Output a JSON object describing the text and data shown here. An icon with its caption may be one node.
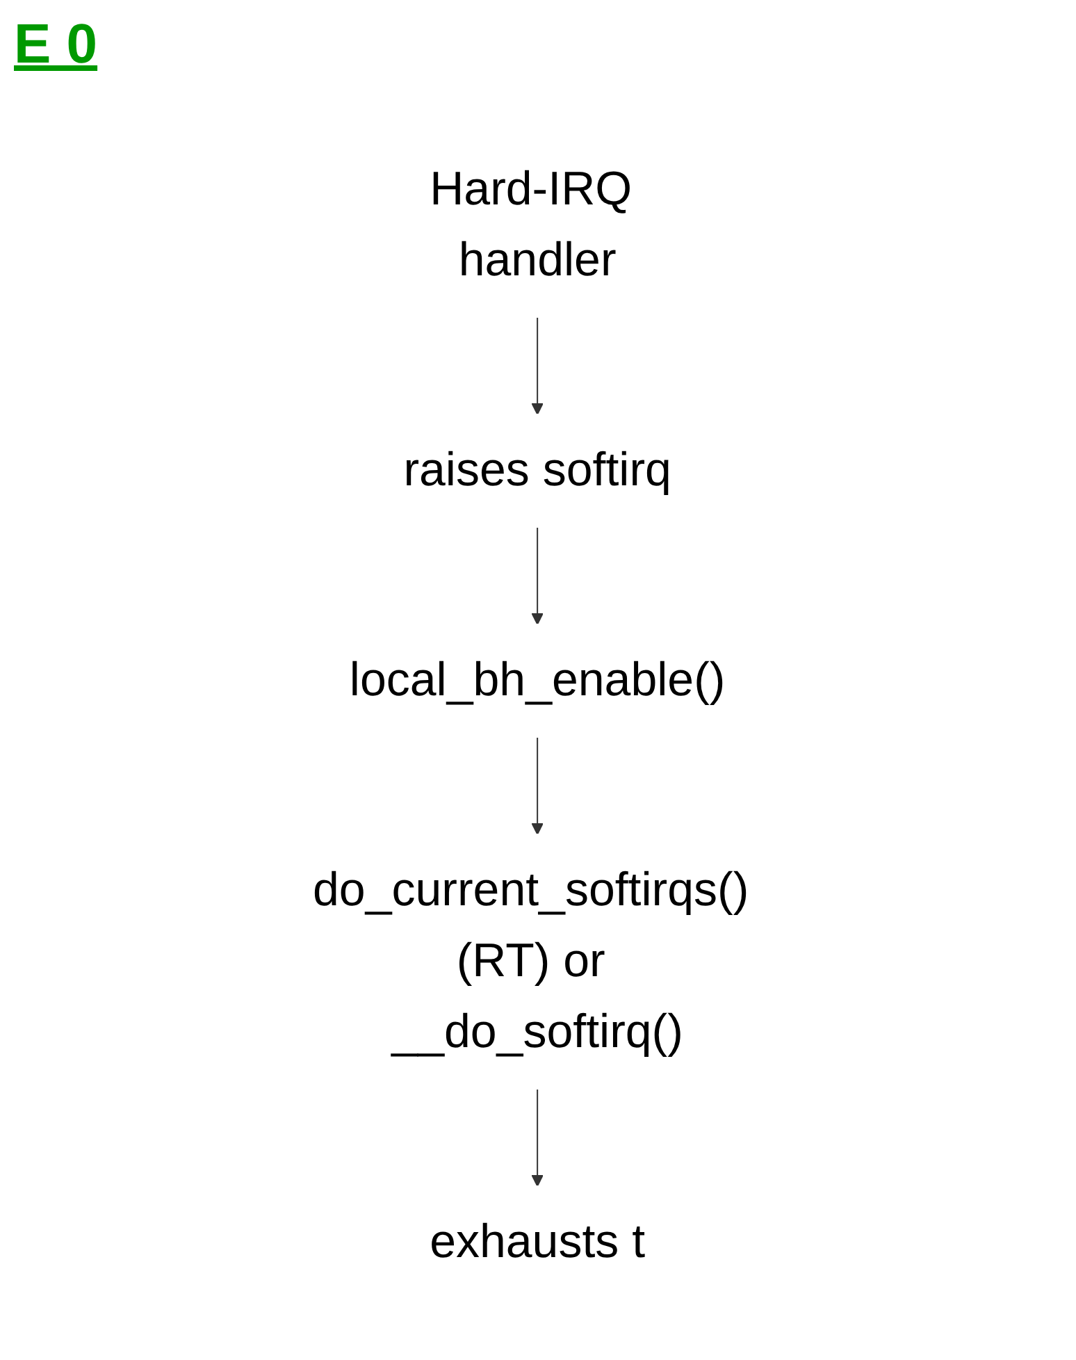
{
  "diagram": {
    "nodes": [
      {
        "text": [
          "Hard-IRQ handler"
        ]
      },
      {
        "text": [
          "raises softirq"
        ]
      },
      {
        "text": [
          "local_bh_enable()"
        ]
      },
      {
        "text": [
          "do_current_softirqs() (RT) or __do_softirq()"
        ]
      },
      {
        "text": [
          "exhausts t"
        ]
      }
    ],
    "edges": [
      {
        "from": 0,
        "to": 1,
        "arrow": "to"
      },
      {
        "from": 1,
        "to": 2,
        "arrow": "to"
      },
      {
        "from": 2,
        "to": 3,
        "arrow": "to"
      },
      {
        "from": 3,
        "to": 4,
        "arrow": "to"
      }
    ],
    "labels": [
      "E 0"
    ]
  }
}
